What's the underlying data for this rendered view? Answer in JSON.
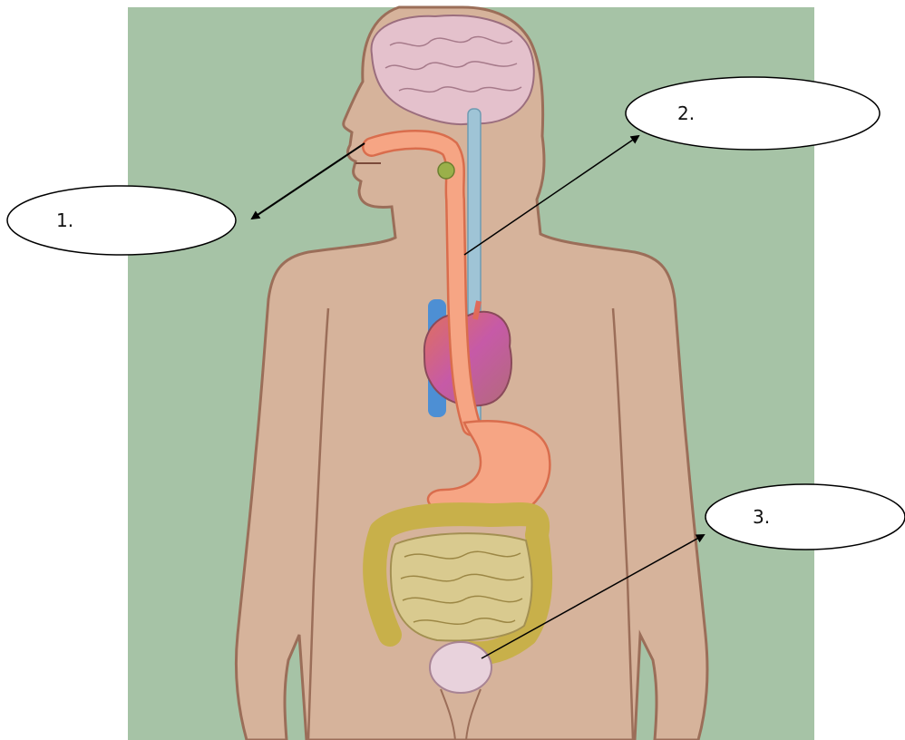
{
  "labels": [
    {
      "id": "1",
      "text": "1."
    },
    {
      "id": "2",
      "text": "2."
    },
    {
      "id": "3",
      "text": "3."
    }
  ],
  "colors": {
    "background": "#a6c3a6",
    "skin": "#d6b39b",
    "skin_outline": "#9b6e59",
    "digestive_tract": "#f6a584",
    "digestive_outline": "#d96d4d",
    "spinal_cord": "#9fc4d6",
    "brain": "#e4c1cc",
    "heart": "#cf5678",
    "heart_vein": "#4d8fd4",
    "intestine": "#d9ca8f",
    "colon": "#c8b04a",
    "bladder": "#e8d2dc",
    "annotation": "#000000"
  }
}
